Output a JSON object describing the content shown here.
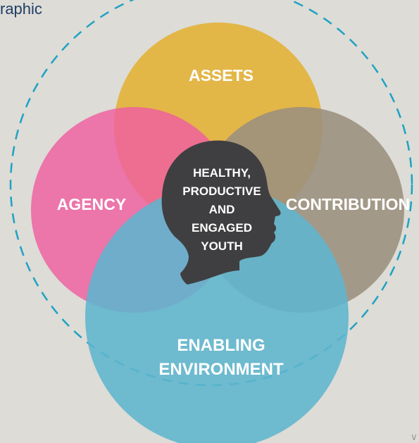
{
  "header": {
    "title_fragment": "raphic"
  },
  "diagram": {
    "center": {
      "lines": [
        "HEALTHY,",
        "PRODUCTIVE",
        "AND",
        "ENGAGED",
        "YOUTH"
      ]
    },
    "circles": {
      "assets": {
        "label": "ASSETS",
        "color": "#e3b23c"
      },
      "agency": {
        "label": "AGENCY",
        "color": "#ef5ea0"
      },
      "contribution": {
        "label": "CONTRIBUTION",
        "color": "#9b8f7e"
      },
      "enabling": {
        "label_lines": [
          "ENABLING",
          "ENVIRONMENT"
        ],
        "color": "#5fb5ce"
      }
    },
    "outline_color": "#1ea2c4",
    "head_color": "#3f3f41"
  },
  "footer": {
    "corner_mark": "∨"
  }
}
